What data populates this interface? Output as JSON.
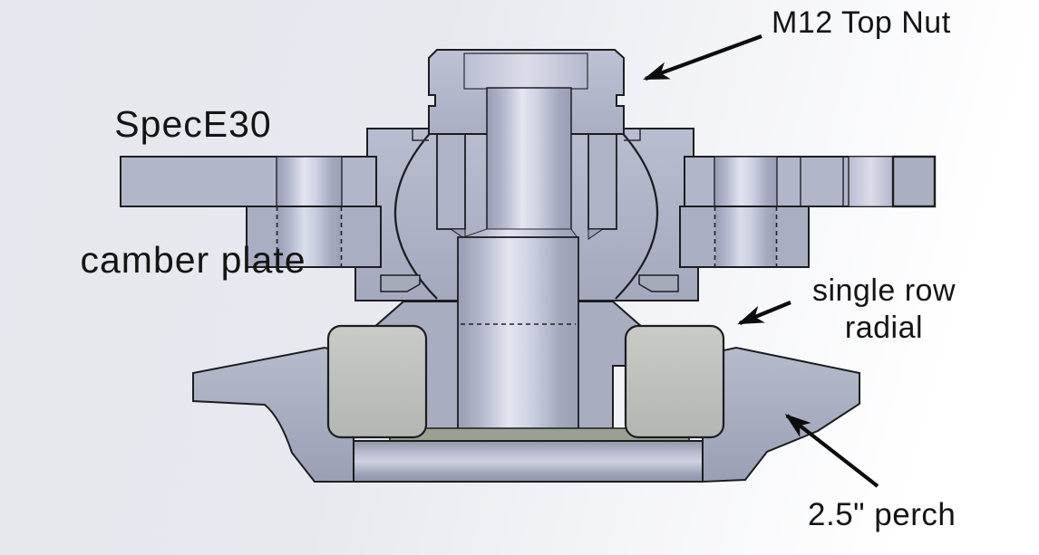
{
  "diagram": {
    "title": {
      "line1": "SpecE30",
      "line2": "camber plate"
    },
    "annotations": {
      "top_nut": {
        "label": "M12 Top Nut"
      },
      "radial": {
        "line1": "single row",
        "line2": "radial"
      },
      "perch": {
        "label": "2.5\" perch"
      }
    },
    "colors": {
      "outline": "#1d1d20",
      "body": "#afb4c8",
      "body_dark": "#a6abbf",
      "boss": "#a9aec2",
      "bore_wall": "#aeb3c6",
      "flange": "#a8adc0",
      "retainer": "#a5aabb",
      "plate_end_cap": "#aab0c2",
      "bearing_gray": "#c2c4c0",
      "seat_gray_green": "#9aa092",
      "shaft_highlight": "#e4e6f1",
      "background_top": "#e6e8ee",
      "background_bottom": "#ffffff",
      "annotation_text": "#141414",
      "arrow": "#0c0c0c"
    }
  }
}
